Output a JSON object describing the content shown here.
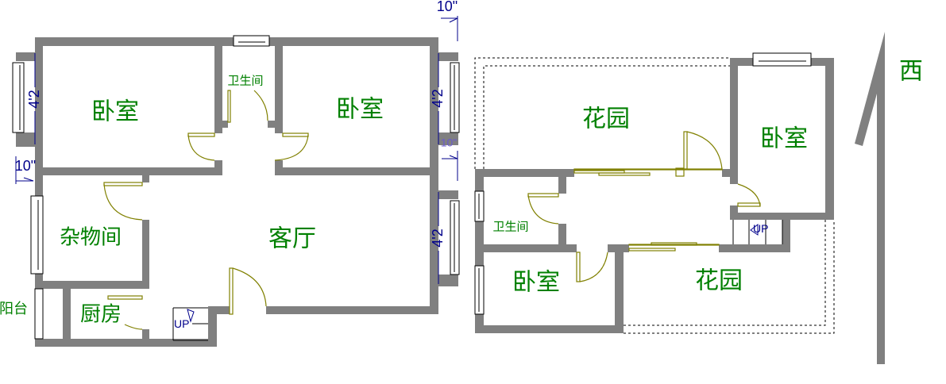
{
  "plan_left": {
    "rooms": {
      "bedroom_a": "卧室",
      "bathroom": "卫生间",
      "bedroom_b": "卧室",
      "storage": "杂物间",
      "living": "客厅",
      "kitchen": "厨房",
      "balcony": "阳台"
    },
    "stair_label": "UP",
    "dimensions": {
      "window_left": "4'2",
      "window_right_top": "4'2",
      "window_right_bottom": "4'2",
      "offset_top": "10\"",
      "offset_left": "10\"",
      "offset_right": "10\""
    }
  },
  "plan_right": {
    "rooms": {
      "garden_top": "花园",
      "bedroom_top": "卧室",
      "bathroom": "卫生间",
      "bedroom_bottom": "卧室",
      "garden_bottom": "花园"
    },
    "stair_label": "UP"
  },
  "compass": {
    "label": "西"
  },
  "colors": {
    "wall": "#808080",
    "label": "#008000",
    "door": "#808000",
    "dimension": "#00008b"
  }
}
